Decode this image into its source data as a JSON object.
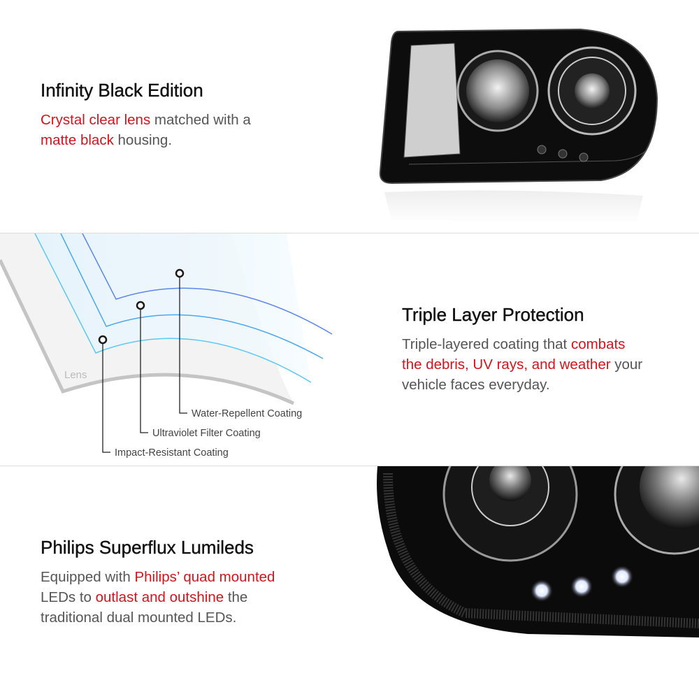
{
  "sections": [
    {
      "title": "Infinity Black Edition",
      "lines": [
        [
          {
            "text": "Crystal clear lens",
            "highlight": true
          },
          {
            "text": " matched with a",
            "highlight": false
          }
        ],
        [
          {
            "text": "matte black",
            "highlight": true
          },
          {
            "text": " housing.",
            "highlight": false
          }
        ]
      ]
    },
    {
      "title": "Triple Layer Protection",
      "lines": [
        [
          {
            "text": "Triple-layered coating that ",
            "highlight": false
          },
          {
            "text": "combats",
            "highlight": true
          }
        ],
        [
          {
            "text": "the debris, UV rays, and weather",
            "highlight": true
          },
          {
            "text": " your",
            "highlight": false
          }
        ],
        [
          {
            "text": "vehicle faces everyday.",
            "highlight": false
          }
        ]
      ]
    },
    {
      "title": "Philips Superflux Lumileds",
      "lines": [
        [
          {
            "text": "Equipped with ",
            "highlight": false
          },
          {
            "text": "Philips’ quad mounted",
            "highlight": true
          }
        ],
        [
          {
            "text": "LEDs to ",
            "highlight": false
          },
          {
            "text": "outlast and outshine",
            "highlight": true
          },
          {
            "text": " the",
            "highlight": false
          }
        ],
        [
          {
            "text": "traditional dual mounted LEDs.",
            "highlight": false
          }
        ]
      ]
    }
  ],
  "diagram": {
    "lens_label": "Lens",
    "coatings": [
      "Water-Repellent Coating",
      "Ultraviolet Filter Coating",
      "Impact-Resistant Coating"
    ]
  },
  "colors": {
    "highlight": "#d3141c",
    "body": "#555555",
    "coating_outer": "#5b86ee",
    "coating_mid": "#4aa8f0",
    "coating_inner": "#5bc8f5"
  }
}
